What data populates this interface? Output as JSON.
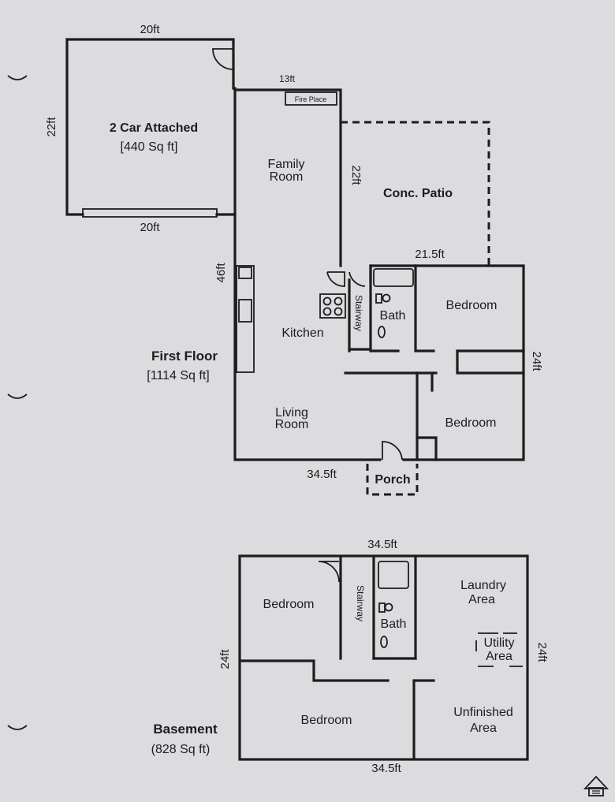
{
  "colors": {
    "paper": "#dcdcde",
    "ink": "#1d1d1f"
  },
  "first_floor": {
    "title": "First Floor",
    "area": "[1114 Sq ft]",
    "garage": {
      "name": "2 Car Attached",
      "area": "[440 Sq ft]"
    },
    "rooms": {
      "fire_place": "Fire Place",
      "family_room_1": "Family",
      "family_room_2": "Room",
      "patio": "Conc. Patio",
      "kitchen": "Kitchen",
      "living_room_1": "Living",
      "living_room_2": "Room",
      "stairway": "Stairway",
      "bath": "Bath",
      "bedroom_1": "Bedroom",
      "bedroom_2": "Bedroom",
      "porch": "Porch"
    },
    "dimensions": {
      "garage_top": "20ft",
      "garage_bottom": "20ft",
      "garage_left": "22ft",
      "top_13": "13ft",
      "patio_side": "22ft",
      "patio_bottom": "21.5ft",
      "house_left": "46ft",
      "house_right": "24ft",
      "house_bottom": "34.5ft"
    }
  },
  "basement": {
    "title": "Basement",
    "area": "(828 Sq ft)",
    "rooms": {
      "bedroom_1": "Bedroom",
      "stairway": "Stairway",
      "bath": "Bath",
      "laundry_1": "Laundry",
      "laundry_2": "Area",
      "utility_1": "Utility",
      "utility_2": "Area",
      "bedroom_2": "Bedroom",
      "unfinished_1": "Unfinished",
      "unfinished_2": "Area"
    },
    "dimensions": {
      "top": "34.5ft",
      "bottom": "34.5ft",
      "left": "24ft",
      "right": "24ft"
    }
  }
}
